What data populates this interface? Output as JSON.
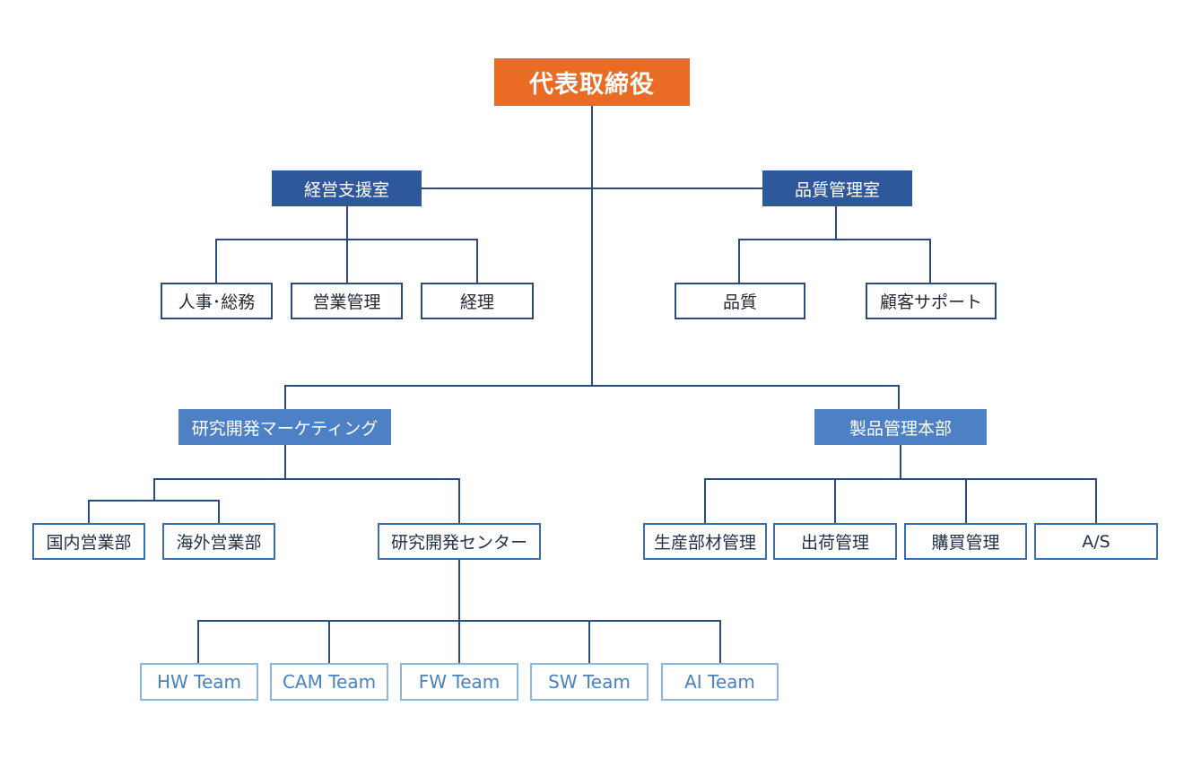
{
  "org_chart": {
    "top": {
      "label": "代表取締役",
      "color": "#ea6b23"
    },
    "support_office": {
      "label": "経営支援室",
      "color": "#2f579c"
    },
    "quality_office": {
      "label": "品質管理室",
      "color": "#2f579c"
    },
    "hr_general": {
      "label": "人事･総務"
    },
    "sales_mgmt": {
      "label": "営業管理"
    },
    "accounting": {
      "label": "経理"
    },
    "quality": {
      "label": "品質"
    },
    "customer_support": {
      "label": "顧客サポート"
    },
    "rnd_marketing": {
      "label": "研究開発マーケティング",
      "color": "#4d80c4"
    },
    "product_hq": {
      "label": "製品管理本部",
      "color": "#4d80c4"
    },
    "domestic_sales": {
      "label": "国内営業部"
    },
    "overseas_sales": {
      "label": "海外営業部"
    },
    "rnd_center": {
      "label": "研究開発センター"
    },
    "production": {
      "label": "生産部材管理"
    },
    "shipping": {
      "label": "出荷管理"
    },
    "purchasing": {
      "label": "購買管理"
    },
    "after_service": {
      "label": "A/S"
    },
    "hw_team": {
      "label": "HW Team"
    },
    "cam_team": {
      "label": "CAM Team"
    },
    "fw_team": {
      "label": "FW Team"
    },
    "sw_team": {
      "label": "SW Team"
    },
    "ai_team": {
      "label": "AI Team"
    },
    "line_color": "#2d4a7c"
  }
}
